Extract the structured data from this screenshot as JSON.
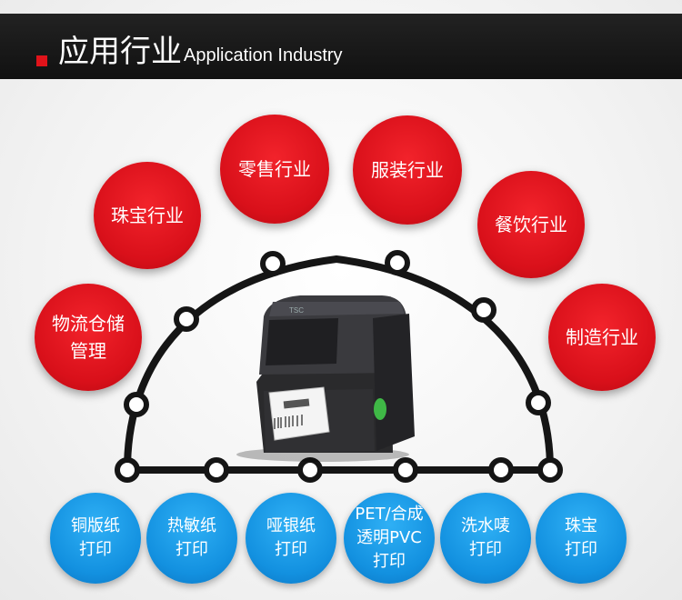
{
  "header": {
    "title_cn": "应用行业",
    "title_en": "Application Industry"
  },
  "industries": [
    {
      "label": "物流仓储\n管理",
      "color": "#e0131a"
    },
    {
      "label": "珠宝行业",
      "color": "#e0131a"
    },
    {
      "label": "零售行业",
      "color": "#e0131a"
    },
    {
      "label": "服装行业",
      "color": "#e0131a"
    },
    {
      "label": "餐饮行业",
      "color": "#e0131a"
    },
    {
      "label": "制造行业",
      "color": "#e0131a"
    }
  ],
  "media": [
    {
      "label": "铜版纸\n打印",
      "color": "#1391e0"
    },
    {
      "label": "热敏纸\n打印",
      "color": "#1391e0"
    },
    {
      "label": "哑银纸\n打印",
      "color": "#1391e0"
    },
    {
      "label": "PET/合成\n透明PVC\n打印",
      "color": "#1391e0"
    },
    {
      "label": "洗水唛\n打印",
      "color": "#1391e0"
    },
    {
      "label": "珠宝\n打印",
      "color": "#1391e0"
    }
  ],
  "printer": {
    "brand": "TSC",
    "icon": "label-printer-icon"
  }
}
